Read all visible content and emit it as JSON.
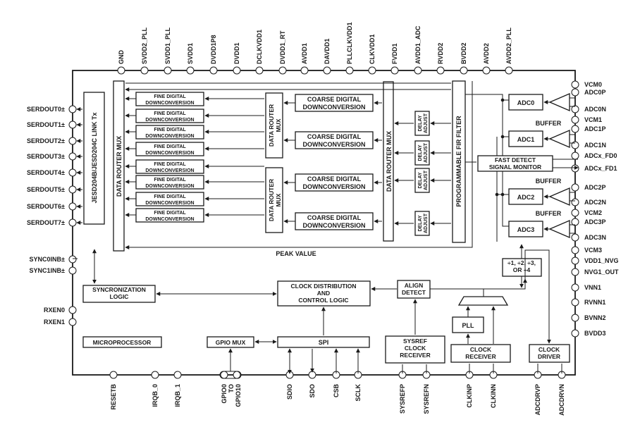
{
  "top_pins": [
    "GND",
    "SVDD2_PLL",
    "SVDD1_PLL",
    "SVDD1",
    "DVDD1P8",
    "DVDD1",
    "DCLKVDD1",
    "DVDD1_RT",
    "AVDD1",
    "DAVDD1",
    "PLLCLKVDD1",
    "CLKVDD1",
    "FVDD1",
    "AVDD1_ADC",
    "RVDD2",
    "BVDD2",
    "AVDD2",
    "AVDD2_PLL"
  ],
  "left_pins": [
    "SERDOUT0±",
    "SERDOUT1±",
    "SERDOUT2±",
    "SERDOUT3±",
    "SERDOUT4±",
    "SERDOUT5±",
    "SERDOUT6±",
    "SERDOUT7±",
    "SYNC0INB±",
    "SYNC1INB±",
    "RXEN0",
    "RXEN1"
  ],
  "right_pins": [
    "VCM0",
    "ADC0P",
    "ADC0N",
    "VCM1",
    "ADC1P",
    "ADC1N",
    "ADCx_FD0",
    "ADCx_FD1",
    "ADC2P",
    "ADC2N",
    "VCM2",
    "ADC3P",
    "ADC3N",
    "VCM3",
    "VDD1_NVG",
    "NVG1_OUT",
    "VNN1",
    "RVNN1",
    "BVNN2",
    "BVDD3"
  ],
  "bottom_pins": [
    "RESETB",
    "IRQB_0",
    "IRQB_1",
    "GPIO0",
    "TO",
    "GPIO10",
    "SDIO",
    "SDO",
    "CSB",
    "SCLK",
    "SYSREFP",
    "SYSREFN",
    "CLKINP",
    "CLKINN",
    "ADCDRVP",
    "ADCDRVN"
  ],
  "blocks": {
    "jesd": "JESD204B/JESD204C LINK Tx",
    "data_router_mux": "DATA ROUTER MUX",
    "fine_ddc": [
      "FINE DIGITAL",
      "DOWNCONVERSION"
    ],
    "coarse_ddc": [
      "COARSE DIGITAL",
      "DOWNCONVERSION"
    ],
    "inner_mux": [
      "DATA ROUTER",
      "MUX"
    ],
    "delay_adjust": [
      "DELAY",
      "ADJUST"
    ],
    "fir": "PROGRAMMABLE FIR FILTER",
    "adcs": [
      "ADC0",
      "ADC1",
      "ADC2",
      "ADC3"
    ],
    "buffer": "BUFFER",
    "fast_detect": [
      "FAST DETECT",
      "SIGNAL MONITOR"
    ],
    "peak_value": "PEAK VALUE",
    "divider": [
      "÷1, ÷2, ÷3,",
      "OR ÷4"
    ],
    "sync_logic": [
      "SYNCRONIZATION",
      "LOGIC"
    ],
    "clock_dist": [
      "CLOCK DISTRIBUTION",
      "AND",
      "CONTROL LOGIC"
    ],
    "align": [
      "ALIGN",
      "DETECT"
    ],
    "microprocessor": "MICROPROCESSOR",
    "gpio_mux": "GPIO MUX",
    "spi": "SPI",
    "sysref_rx": [
      "SYSREF",
      "CLOCK",
      "RECEIVER"
    ],
    "pll": "PLL",
    "clock_rx": [
      "CLOCK",
      "RECEIVER"
    ],
    "clock_driver": [
      "CLOCK",
      "DRIVER"
    ]
  }
}
